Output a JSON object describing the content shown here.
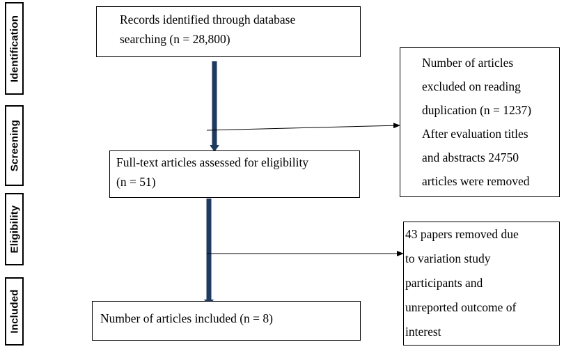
{
  "stages": {
    "identification": "Identification",
    "screening": "Screening",
    "eligibility": "Eligibility",
    "included": "Included"
  },
  "boxes": {
    "records_identified": "Records identified through database\nsearching (n = 28,800)",
    "full_text_assessed": "Full-text articles assessed for eligibility\n(n = 51)",
    "articles_included": "Number of articles included (n = 8)",
    "excluded_screening": "Number of articles\nexcluded on reading\nduplication (n = 1237)\nAfter evaluation titles\nand abstracts 24750\narticles were removed",
    "excluded_eligibility": "43 papers removed due\nto variation study\nparticipants and\nunreported outcome of\ninterest"
  },
  "colors": {
    "main_arrow": "#1f3a5f",
    "side_arrow": "#000000",
    "border": "#000000"
  }
}
